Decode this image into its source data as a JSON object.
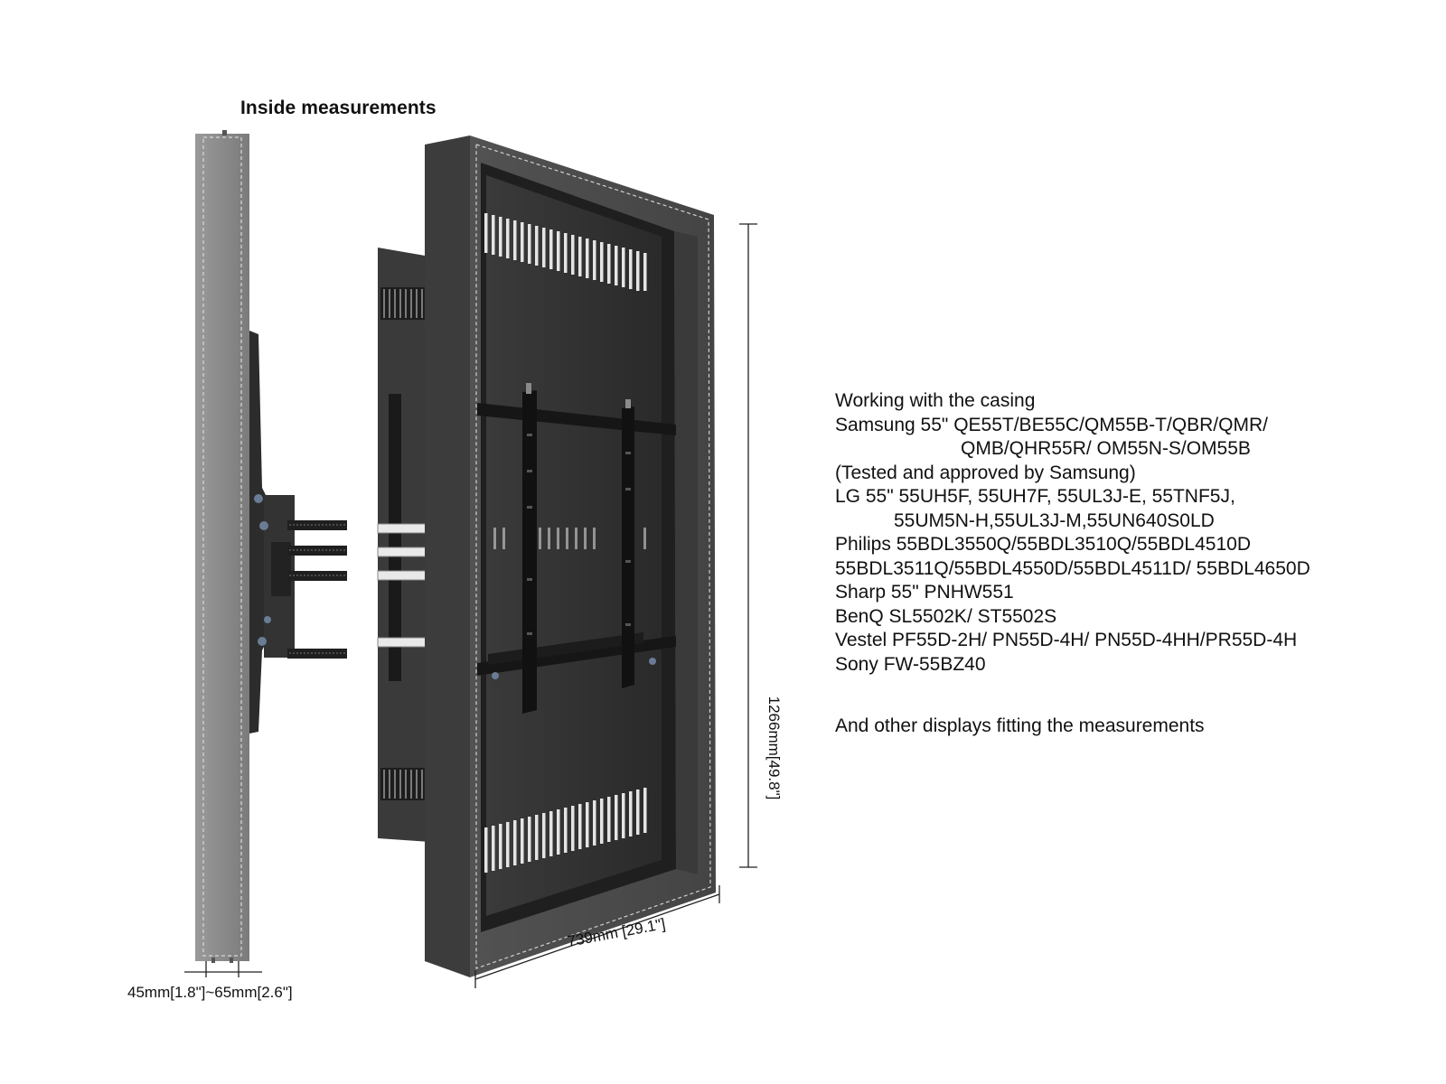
{
  "heading": "Inside measurements",
  "dimensions": {
    "depth": "45mm[1.8\"]~65mm[2.6\"]",
    "width": "739mm [29.1\"]",
    "height": "1266mm[49.8\"]"
  },
  "compatibility": {
    "lines": [
      "Working with the casing",
      "Samsung 55\" QE55T/BE55C/QM55B-T/QBR/QMR/",
      "QMB/QHR55R/ OM55N-S/OM55B",
      "(Tested and approved by Samsung)",
      "LG 55\" 55UH5F, 55UH7F, 55UL3J-E, 55TNF5J,",
      "55UM5N-H,55UL3J-M,55UN640S0LD",
      "Philips 55BDL3550Q/55BDL3510Q/55BDL4510D",
      "55BDL3511Q/55BDL4550D/55BDL4511D/ 55BDL4650D",
      "Sharp 55\" PNHW551",
      "BenQ SL5502K/ ST5502S",
      "Vestel PF55D-2H/ PN55D-4H/ PN55D-4HH/PR55D-4H",
      "Sony FW-55BZ40"
    ],
    "footer": "And other displays fitting the measurements"
  },
  "colors": {
    "side_profile": "#8d8d8d",
    "casing_frame": "#4a4a4a",
    "casing_interior": "#2f2f2f",
    "mount_bracket": "#1c1c1c"
  }
}
